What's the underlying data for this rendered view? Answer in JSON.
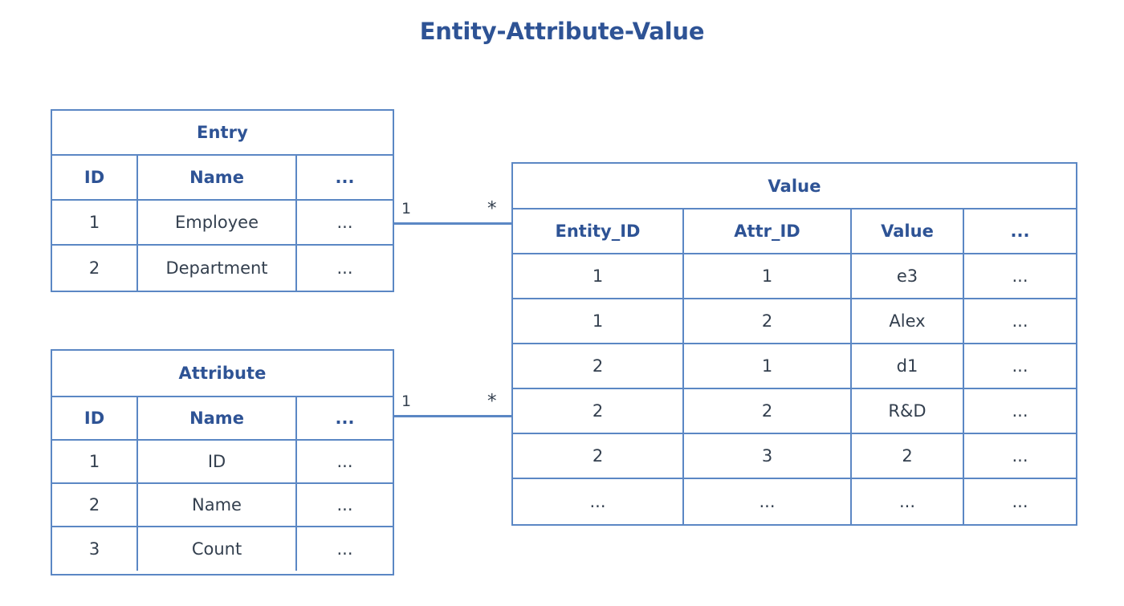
{
  "title": "Entity-Attribute-Value",
  "colors": {
    "border": "#5b87c4",
    "header_text": "#2e5395",
    "body_text": "#333f4e",
    "background": "#ffffff"
  },
  "tables": {
    "entry": {
      "title": "Entry",
      "columns": [
        "ID",
        "Name",
        "..."
      ],
      "rows": [
        [
          "1",
          "Employee",
          "..."
        ],
        [
          "2",
          "Department",
          "..."
        ]
      ]
    },
    "attribute": {
      "title": "Attribute",
      "columns": [
        "ID",
        "Name",
        "..."
      ],
      "rows": [
        [
          "1",
          "ID",
          "..."
        ],
        [
          "2",
          "Name",
          "..."
        ],
        [
          "3",
          "Count",
          "..."
        ]
      ]
    },
    "value": {
      "title": "Value",
      "columns": [
        "Entity_ID",
        "Attr_ID",
        "Value",
        "..."
      ],
      "rows": [
        [
          "1",
          "1",
          "e3",
          "..."
        ],
        [
          "1",
          "2",
          "Alex",
          "..."
        ],
        [
          "2",
          "1",
          "d1",
          "..."
        ],
        [
          "2",
          "2",
          "R&D",
          "..."
        ],
        [
          "2",
          "3",
          "2",
          "..."
        ],
        [
          "...",
          "...",
          "...",
          "..."
        ]
      ]
    }
  },
  "relationships": {
    "entry_to_value": {
      "left_cardinality": "1",
      "right_cardinality": "*"
    },
    "attribute_to_value": {
      "left_cardinality": "1",
      "right_cardinality": "*"
    }
  }
}
